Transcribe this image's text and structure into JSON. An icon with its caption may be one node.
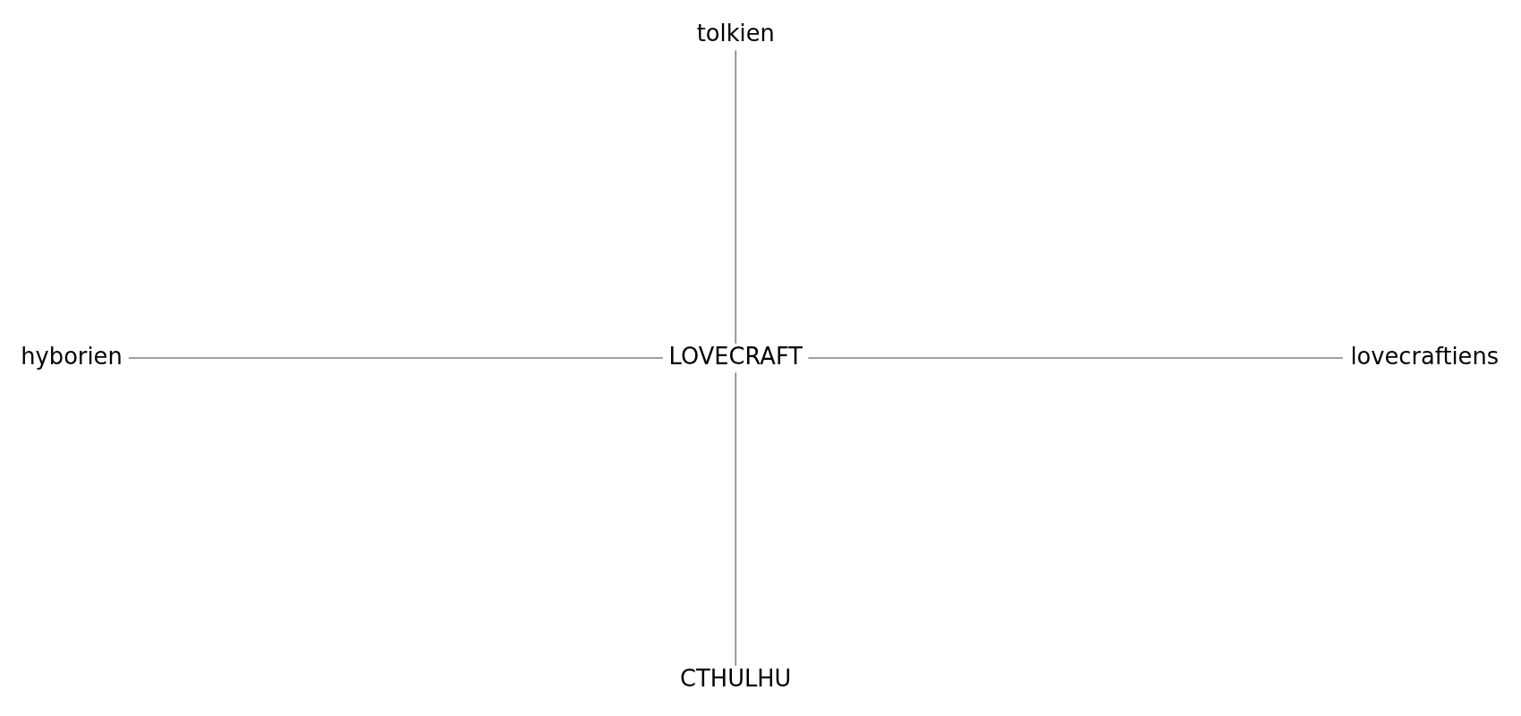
{
  "diagram": {
    "nodes": [
      {
        "text": [
          "tolkien"
        ]
      },
      {
        "text": [
          "lovecraftiens"
        ]
      },
      {
        "text": [
          "LOVECRAFT"
        ]
      },
      {
        "text": [
          "hyborien"
        ]
      },
      {
        "text": [
          "CTHULHU"
        ]
      }
    ],
    "edges": [
      {
        "from": 0,
        "to": 2,
        "arrow": "none"
      },
      {
        "from": 2,
        "to": 1,
        "arrow": "none"
      },
      {
        "from": 3,
        "to": 2,
        "arrow": "none"
      },
      {
        "from": 2,
        "to": 4,
        "arrow": "none"
      }
    ]
  }
}
